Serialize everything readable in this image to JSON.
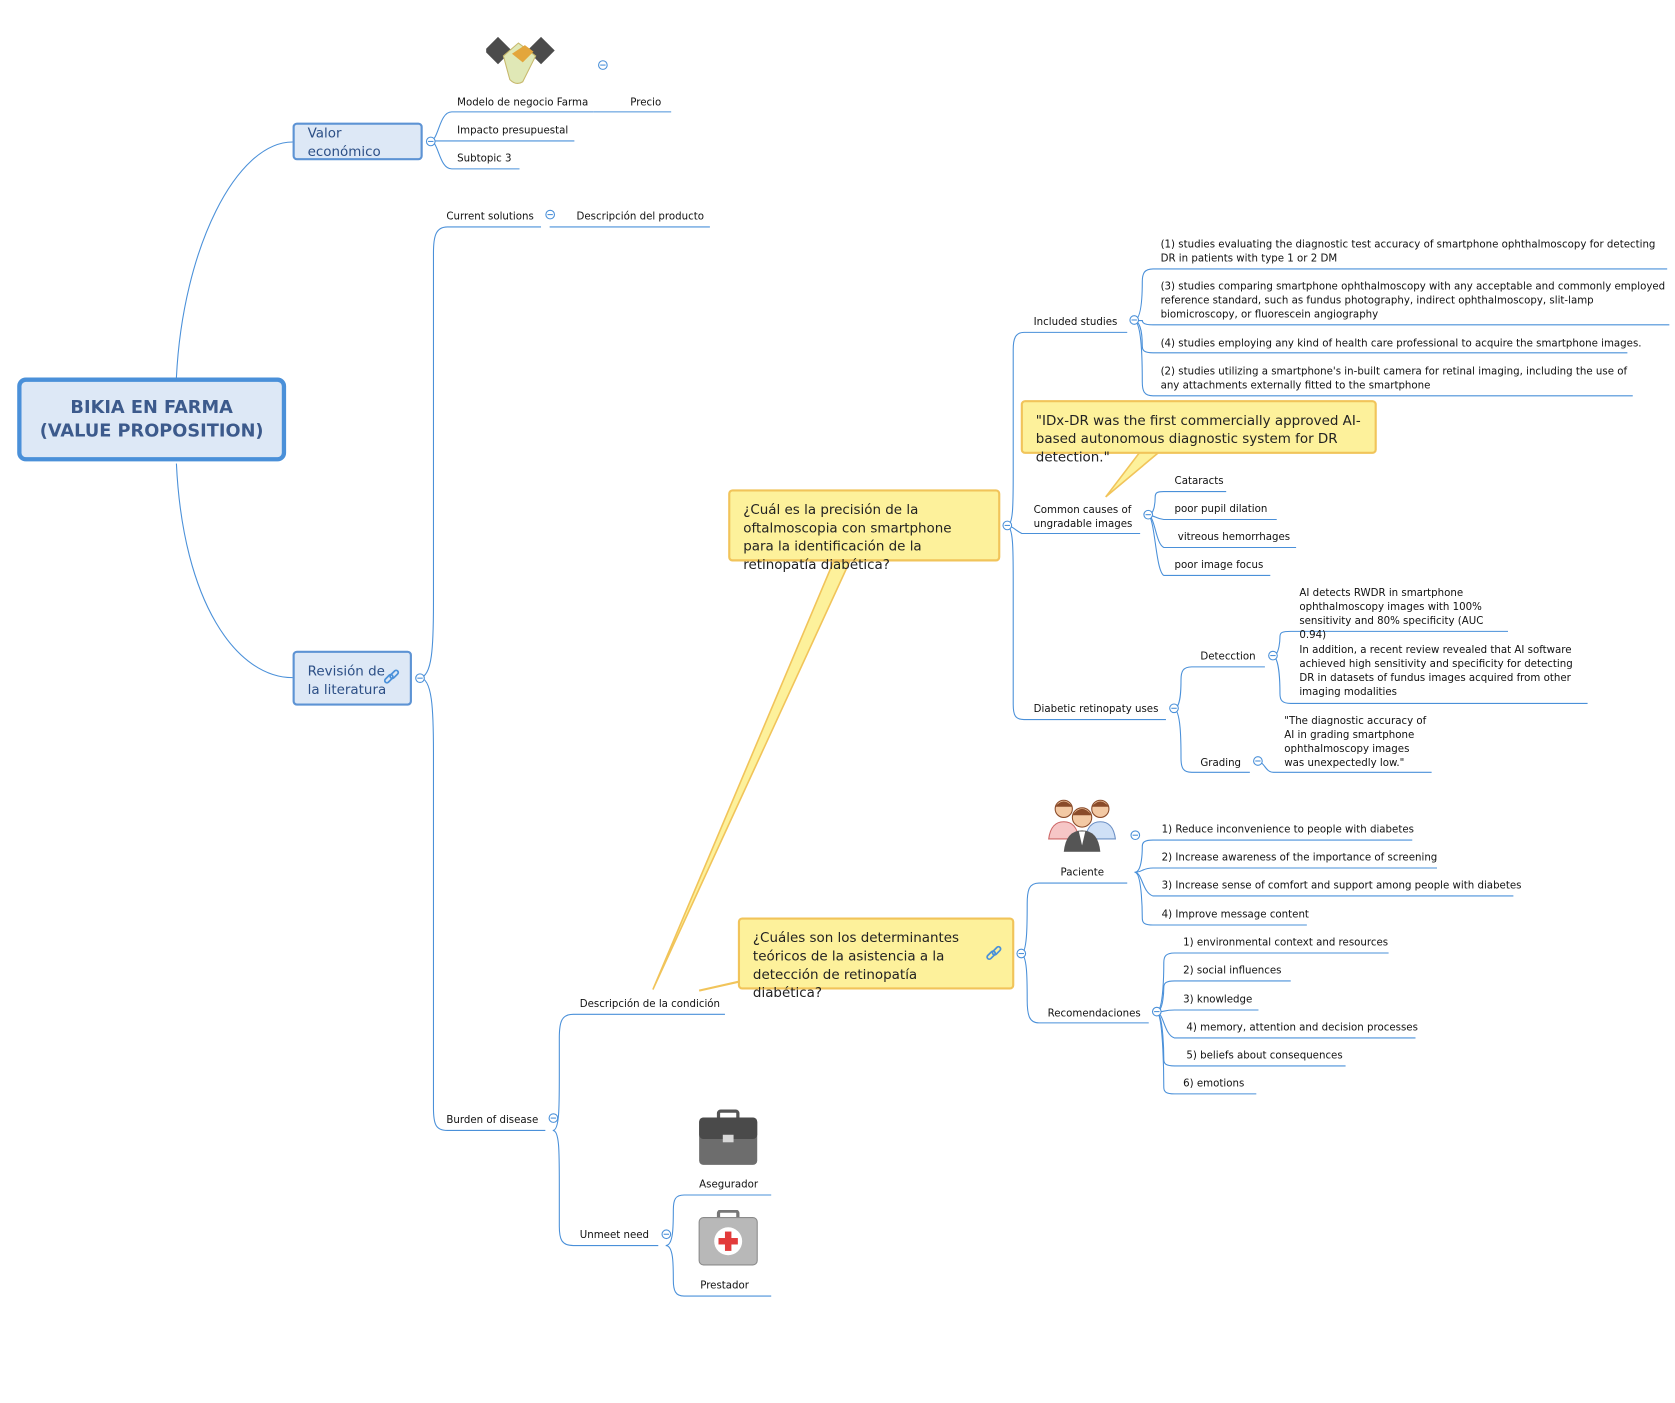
{
  "root": {
    "line1": "BIKIA EN FARMA",
    "line2": "(VALUE PROPOSITION)"
  },
  "valor": {
    "title": "Valor económico",
    "icon": "handshake-icon",
    "items": [
      "Modelo de negocio Farma",
      "Precio",
      "Impacto presupuestal",
      "Subtopic 3"
    ]
  },
  "revision": {
    "title_line1": "Revisión de",
    "title_line2": "la literatura",
    "current_solutions": "Current solutions",
    "descripcion_producto": "Descripción del producto",
    "burden": "Burden of disease",
    "descripcion_condicion": "Descripción de la condición",
    "unmeet": "Unmeet need",
    "asegurador": "Asegurador",
    "prestador": "Prestador"
  },
  "callouts": {
    "q1": "¿Cuál es la precisión de la oftalmoscopia con smartphone para la identificación de la retinopatía diabética?",
    "q2": "¿Cuáles son los determinantes teóricos de la asistencia a la detección de retinopatía diabética?",
    "idx": "\"IDx-DR was the first commercially approved AI-based autonomous diagnostic system for DR detection.\""
  },
  "included": {
    "title": "Included studies",
    "items": [
      "(1) studies evaluating the diagnostic test accuracy of smartphone ophthalmoscopy for detecting DR in patients with type 1 or 2 DM",
      "(3) studies comparing smartphone ophthalmoscopy with any acceptable and commonly employed reference standard, such as fundus photography, indirect ophthalmoscopy, slit-lamp biomicroscopy, or fluorescein angiography",
      "(4) studies employing any kind of health care professional to acquire the smartphone images.",
      "(2) studies utilizing a smartphone's in-built camera for retinal imaging, including the use of any attachments externally fitted to the smartphone"
    ]
  },
  "causes": {
    "title_line1": "Common causes of",
    "title_line2": "ungradable images",
    "items": [
      "Cataracts",
      "poor pupil dilation",
      "vitreous hemorrhages",
      "poor image focus"
    ]
  },
  "dr_uses": {
    "title": "Diabetic retinopaty uses",
    "detection": "Detecction",
    "detection_items": [
      "AI detects RWDR in smartphone ophthalmoscopy images with 100% sensitivity and 80% specificity (AUC 0.94)",
      "In addition, a recent review revealed that AI software achieved high sensitivity and specificity for detecting DR in datasets of fundus images acquired from other imaging modalities"
    ],
    "grading": "Grading",
    "grading_item": "\"The diagnostic accuracy of AI in grading smartphone ophthalmoscopy images was unexpectedly low.\""
  },
  "paciente": {
    "title": "Paciente",
    "icon": "people-icon",
    "items": [
      "1) Reduce inconvenience to people with diabetes",
      "2) Increase awareness of the importance of screening",
      "3) Increase sense of comfort and support among people with diabetes",
      "4) Improve message content"
    ]
  },
  "recomendaciones": {
    "title": "Recomendaciones",
    "items": [
      "1) environmental context and resources",
      "2) social influences",
      "3) knowledge",
      "4) memory, attention and decision processes",
      "5) beliefs about consequences",
      "6) emotions"
    ]
  },
  "colors": {
    "branch": "#4a90d9",
    "topic_fill": "#dde8f6",
    "callout_fill": "#fdf19b",
    "callout_border": "#f1c45a"
  }
}
